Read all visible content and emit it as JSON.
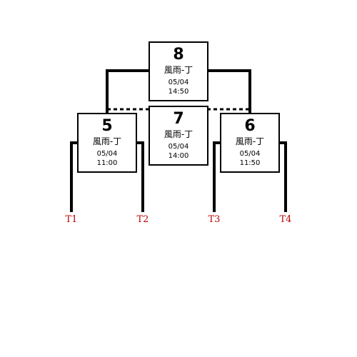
{
  "matches": [
    {
      "id": "m8",
      "number": "8",
      "venue": "風雨-丁",
      "date": "05/04",
      "time": "14:50"
    },
    {
      "id": "m7",
      "number": "7",
      "venue": "風雨-丁",
      "date": "05/04",
      "time": "14:00"
    },
    {
      "id": "m5",
      "number": "5",
      "venue": "風雨-丁",
      "date": "05/04",
      "time": "11:00"
    },
    {
      "id": "m6",
      "number": "6",
      "venue": "風雨-丁",
      "date": "05/04",
      "time": "11:50"
    }
  ],
  "teams": [
    "T1",
    "T2",
    "T3",
    "T4"
  ],
  "colors": {
    "line": "#000000",
    "team_label": "#c00000"
  }
}
